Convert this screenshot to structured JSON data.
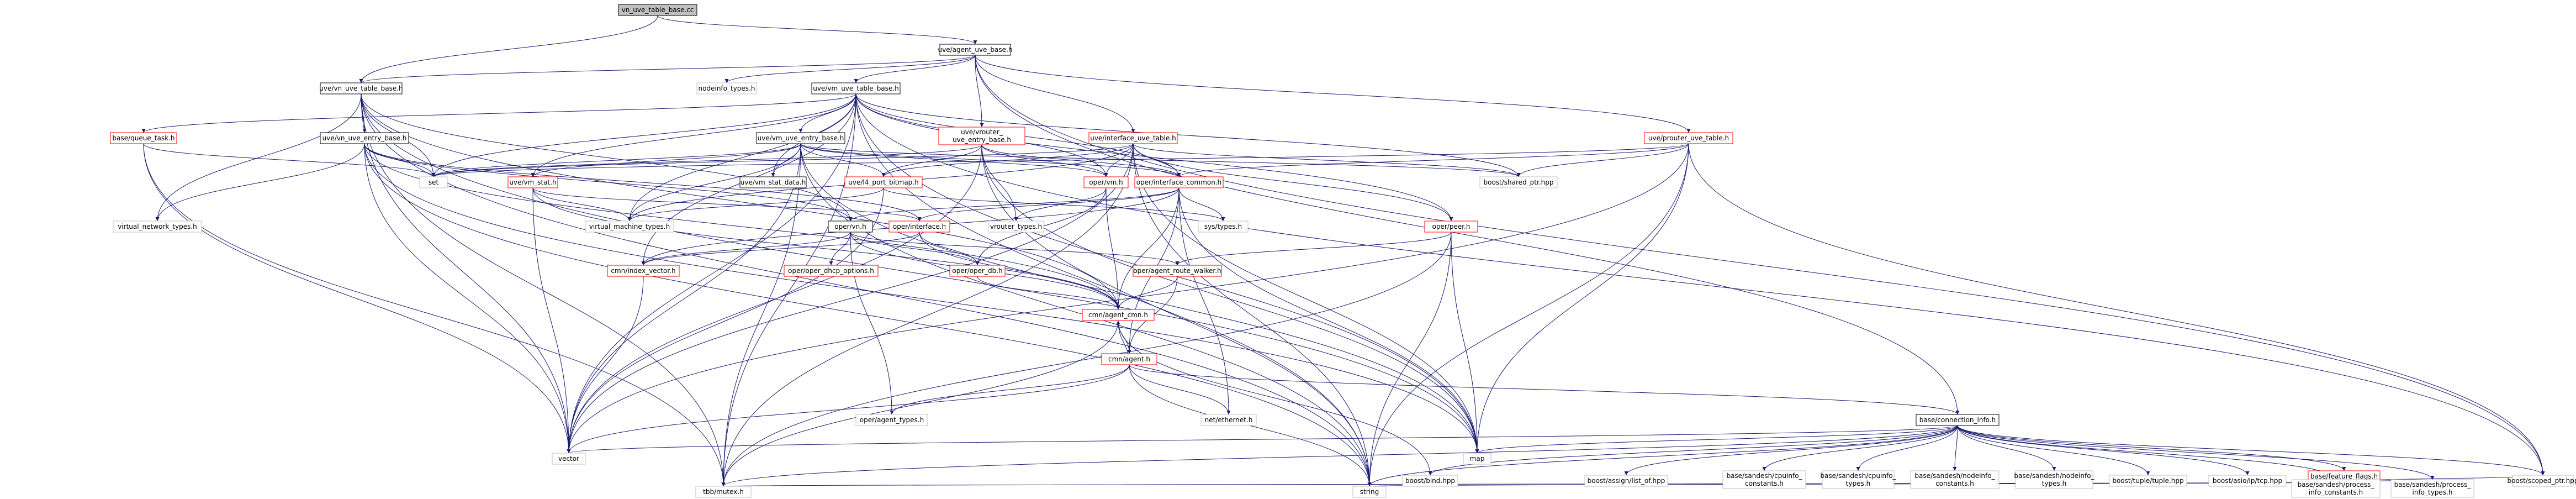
{
  "nodes": [
    {
      "id": "root",
      "label": "vn_uve_table_base.cc",
      "kind": "root"
    },
    {
      "id": "agent_uve_base",
      "label": "uve/agent_uve_base.h",
      "kind": "black"
    },
    {
      "id": "vn_uve_table_base",
      "label": "uve/vn_uve_table_base.h",
      "kind": "black"
    },
    {
      "id": "nodeinfo_types",
      "label": "nodeinfo_types.h",
      "kind": "gray"
    },
    {
      "id": "vm_uve_table_base",
      "label": "uve/vm_uve_table_base.h",
      "kind": "black"
    },
    {
      "id": "vrouter_uve_entry_base",
      "label": "uve/vrouter_uve_entry_base.h",
      "kind": "red"
    },
    {
      "id": "interface_uve_table",
      "label": "uve/interface_uve_table.h",
      "kind": "red"
    },
    {
      "id": "prouter_uve_table",
      "label": "uve/prouter_uve_table.h",
      "kind": "red"
    },
    {
      "id": "connection_info",
      "label": "base/connection_info.h",
      "kind": "black"
    },
    {
      "id": "queue_task",
      "label": "base/queue_task.h",
      "kind": "red"
    },
    {
      "id": "vn_uve_entry_base",
      "label": "uve/vn_uve_entry_base.h",
      "kind": "black"
    },
    {
      "id": "vm_uve_entry_base",
      "label": "uve/vm_uve_entry_base.h",
      "kind": "black"
    },
    {
      "id": "vm_stat",
      "label": "uve/vm_stat.h",
      "kind": "red"
    },
    {
      "id": "l4_port_bitmap",
      "label": "uve/l4_port_bitmap.h",
      "kind": "red"
    },
    {
      "id": "oper_vm",
      "label": "oper/vm.h",
      "kind": "red"
    },
    {
      "id": "interface_common",
      "label": "oper/interface_common.h",
      "kind": "red"
    },
    {
      "id": "vm_stat_data",
      "label": "uve/vm_stat_data.h",
      "kind": "black"
    },
    {
      "id": "boost_shared_ptr",
      "label": "boost/shared_ptr.hpp",
      "kind": "gray"
    },
    {
      "id": "set",
      "label": "set",
      "kind": "gray"
    },
    {
      "id": "virtual_network_types",
      "label": "virtual_network_types.h",
      "kind": "gray"
    },
    {
      "id": "virtual_machine_types",
      "label": "virtual_machine_types.h",
      "kind": "gray"
    },
    {
      "id": "oper_vn",
      "label": "oper/vn.h",
      "kind": "black"
    },
    {
      "id": "oper_interface",
      "label": "oper/interface.h",
      "kind": "red"
    },
    {
      "id": "vrouter_types",
      "label": "vrouter_types.h",
      "kind": "gray"
    },
    {
      "id": "sys_types",
      "label": "sys/types.h",
      "kind": "gray"
    },
    {
      "id": "oper_peer",
      "label": "oper/peer.h",
      "kind": "red"
    },
    {
      "id": "index_vector",
      "label": "cmn/index_vector.h",
      "kind": "red"
    },
    {
      "id": "oper_dhcp_options",
      "label": "oper/oper_dhcp_options.h",
      "kind": "red"
    },
    {
      "id": "oper_db",
      "label": "oper/oper_db.h",
      "kind": "red"
    },
    {
      "id": "agent_route_walker",
      "label": "oper/agent_route_walker.h",
      "kind": "red"
    },
    {
      "id": "agent_cmn",
      "label": "cmn/agent_cmn.h",
      "kind": "red"
    },
    {
      "id": "cmn_agent",
      "label": "cmn/agent.h",
      "kind": "red"
    },
    {
      "id": "agent_types",
      "label": "oper/agent_types.h",
      "kind": "gray"
    },
    {
      "id": "net_ethernet",
      "label": "net/ethernet.h",
      "kind": "gray"
    },
    {
      "id": "vector",
      "label": "vector",
      "kind": "gray"
    },
    {
      "id": "map",
      "label": "map",
      "kind": "gray"
    },
    {
      "id": "boost_bind",
      "label": "boost/bind.hpp",
      "kind": "gray"
    },
    {
      "id": "boost_assign",
      "label": "boost/assign/list_of.hpp",
      "kind": "gray"
    },
    {
      "id": "cpuinfo_constants",
      "label": "base/sandesh/cpuinfo_constants.h",
      "kind": "gray"
    },
    {
      "id": "cpuinfo_types",
      "label": "base/sandesh/cpuinfo_types.h",
      "kind": "gray"
    },
    {
      "id": "nodeinfo_constants",
      "label": "base/sandesh/nodeinfo_constants.h",
      "kind": "gray"
    },
    {
      "id": "sandesh_nodeinfo_types",
      "label": "base/sandesh/nodeinfo_types.h",
      "kind": "gray"
    },
    {
      "id": "boost_tuple",
      "label": "boost/tuple/tuple.hpp",
      "kind": "gray"
    },
    {
      "id": "boost_asio_ip_tcp",
      "label": "boost/asio/ip/tcp.hpp",
      "kind": "gray"
    },
    {
      "id": "feature_flags",
      "label": "base/feature_flags.h",
      "kind": "red"
    },
    {
      "id": "process_info_constants",
      "label": "base/sandesh/process_info_constants.h",
      "kind": "gray"
    },
    {
      "id": "process_info_types",
      "label": "base/sandesh/process_info_types.h",
      "kind": "gray"
    },
    {
      "id": "boost_scoped_ptr",
      "label": "boost/scoped_ptr.hpp",
      "kind": "gray"
    },
    {
      "id": "tbb_mutex",
      "label": "tbb/mutex.h",
      "kind": "gray"
    },
    {
      "id": "string",
      "label": "string",
      "kind": "gray"
    }
  ],
  "edges": [
    [
      "root",
      "agent_uve_base"
    ],
    [
      "root",
      "vn_uve_table_base"
    ],
    [
      "agent_uve_base",
      "nodeinfo_types"
    ],
    [
      "agent_uve_base",
      "vn_uve_table_base"
    ],
    [
      "agent_uve_base",
      "vm_uve_table_base"
    ],
    [
      "agent_uve_base",
      "vrouter_uve_entry_base"
    ],
    [
      "agent_uve_base",
      "interface_uve_table"
    ],
    [
      "agent_uve_base",
      "prouter_uve_table"
    ],
    [
      "agent_uve_base",
      "connection_info"
    ],
    [
      "agent_uve_base",
      "boost_scoped_ptr"
    ],
    [
      "vn_uve_table_base",
      "vn_uve_entry_base"
    ],
    [
      "vn_uve_table_base",
      "set"
    ],
    [
      "vn_uve_table_base",
      "oper_vn"
    ],
    [
      "vn_uve_table_base",
      "map"
    ],
    [
      "vn_uve_table_base",
      "vector"
    ],
    [
      "vn_uve_table_base",
      "string"
    ],
    [
      "vn_uve_table_base",
      "virtual_network_types"
    ],
    [
      "vn_uve_table_base",
      "agent_cmn"
    ],
    [
      "vn_uve_table_base",
      "tbb_mutex"
    ],
    [
      "vm_uve_table_base",
      "queue_task"
    ],
    [
      "vm_uve_table_base",
      "vm_uve_entry_base"
    ],
    [
      "vm_uve_table_base",
      "vm_stat"
    ],
    [
      "vm_uve_table_base",
      "vm_stat_data"
    ],
    [
      "vm_uve_table_base",
      "boost_shared_ptr"
    ],
    [
      "vm_uve_table_base",
      "oper_vm"
    ],
    [
      "vm_uve_table_base",
      "interface_common"
    ],
    [
      "vm_uve_table_base",
      "set"
    ],
    [
      "vm_uve_table_base",
      "map"
    ],
    [
      "vm_uve_table_base",
      "vector"
    ],
    [
      "vm_uve_table_base",
      "virtual_machine_types"
    ],
    [
      "vm_uve_table_base",
      "index_vector"
    ],
    [
      "vm_uve_table_base",
      "boost_scoped_ptr"
    ],
    [
      "vm_uve_table_base",
      "tbb_mutex"
    ],
    [
      "vm_uve_table_base",
      "string"
    ],
    [
      "vm_uve_table_base",
      "oper_peer"
    ],
    [
      "queue_task",
      "set"
    ],
    [
      "queue_task",
      "vector"
    ],
    [
      "queue_task",
      "tbb_mutex"
    ],
    [
      "vn_uve_entry_base",
      "set"
    ],
    [
      "vn_uve_entry_base",
      "oper_vn"
    ],
    [
      "vn_uve_entry_base",
      "oper_interface"
    ],
    [
      "vn_uve_entry_base",
      "virtual_network_types"
    ],
    [
      "vn_uve_entry_base",
      "vector"
    ],
    [
      "vn_uve_entry_base",
      "map"
    ],
    [
      "vn_uve_entry_base",
      "string"
    ],
    [
      "vn_uve_entry_base",
      "agent_cmn"
    ],
    [
      "vm_uve_entry_base",
      "set"
    ],
    [
      "vm_uve_entry_base",
      "vm_stat"
    ],
    [
      "vm_uve_entry_base",
      "vm_stat_data"
    ],
    [
      "vm_uve_entry_base",
      "l4_port_bitmap"
    ],
    [
      "vm_uve_entry_base",
      "oper_vm"
    ],
    [
      "vm_uve_entry_base",
      "interface_common"
    ],
    [
      "vm_uve_entry_base",
      "virtual_machine_types"
    ],
    [
      "vm_uve_entry_base",
      "boost_shared_ptr"
    ],
    [
      "vm_uve_entry_base",
      "vector"
    ],
    [
      "vm_uve_entry_base",
      "string"
    ],
    [
      "vm_uve_entry_base",
      "tbb_mutex"
    ],
    [
      "vm_uve_entry_base",
      "map"
    ],
    [
      "vrouter_uve_entry_base",
      "l4_port_bitmap"
    ],
    [
      "vrouter_uve_entry_base",
      "oper_vm"
    ],
    [
      "vrouter_uve_entry_base",
      "interface_common"
    ],
    [
      "vrouter_uve_entry_base",
      "vrouter_types"
    ],
    [
      "vrouter_uve_entry_base",
      "set"
    ],
    [
      "vrouter_uve_entry_base",
      "map"
    ],
    [
      "vrouter_uve_entry_base",
      "vector"
    ],
    [
      "vrouter_uve_entry_base",
      "string"
    ],
    [
      "interface_uve_table",
      "interface_common"
    ],
    [
      "interface_uve_table",
      "l4_port_bitmap"
    ],
    [
      "interface_uve_table",
      "oper_vm"
    ],
    [
      "interface_uve_table",
      "oper_peer"
    ],
    [
      "interface_uve_table",
      "set"
    ],
    [
      "interface_uve_table",
      "map"
    ],
    [
      "interface_uve_table",
      "vector"
    ],
    [
      "interface_uve_table",
      "string"
    ],
    [
      "interface_uve_table",
      "tbb_mutex"
    ],
    [
      "interface_uve_table",
      "boost_shared_ptr"
    ],
    [
      "interface_uve_table",
      "virtual_machine_types"
    ],
    [
      "prouter_uve_table",
      "interface_common"
    ],
    [
      "prouter_uve_table",
      "boost_shared_ptr"
    ],
    [
      "prouter_uve_table",
      "set"
    ],
    [
      "prouter_uve_table",
      "map"
    ],
    [
      "prouter_uve_table",
      "vector"
    ],
    [
      "prouter_uve_table",
      "string"
    ],
    [
      "prouter_uve_table",
      "boost_scoped_ptr"
    ],
    [
      "vm_stat",
      "virtual_machine_types"
    ],
    [
      "vm_stat",
      "oper_interface"
    ],
    [
      "vm_stat",
      "vector"
    ],
    [
      "vm_stat",
      "agent_cmn"
    ],
    [
      "l4_port_bitmap",
      "sys_types"
    ],
    [
      "l4_port_bitmap",
      "vector"
    ],
    [
      "l4_port_bitmap",
      "virtual_machine_types"
    ],
    [
      "oper_vm",
      "oper_db"
    ],
    [
      "oper_vm",
      "vrouter_types"
    ],
    [
      "oper_vm",
      "agent_cmn"
    ],
    [
      "interface_common",
      "oper_interface"
    ],
    [
      "interface_common",
      "oper_vn"
    ],
    [
      "interface_common",
      "sys_types"
    ],
    [
      "interface_common",
      "net_ethernet"
    ],
    [
      "interface_common",
      "cmn_agent"
    ],
    [
      "interface_common",
      "agent_cmn"
    ],
    [
      "interface_common",
      "map"
    ],
    [
      "interface_common",
      "index_vector"
    ],
    [
      "oper_vn",
      "index_vector"
    ],
    [
      "oper_vn",
      "oper_dhcp_options"
    ],
    [
      "oper_vn",
      "oper_db"
    ],
    [
      "oper_vn",
      "agent_route_walker"
    ],
    [
      "oper_vn",
      "agent_cmn"
    ],
    [
      "oper_vn",
      "agent_types"
    ],
    [
      "oper_interface",
      "oper_db"
    ],
    [
      "oper_interface",
      "index_vector"
    ],
    [
      "oper_interface",
      "agent_cmn"
    ],
    [
      "oper_peer",
      "agent_route_walker"
    ],
    [
      "oper_peer",
      "tbb_mutex"
    ],
    [
      "oper_peer",
      "string"
    ],
    [
      "oper_peer",
      "map"
    ],
    [
      "index_vector",
      "vector"
    ],
    [
      "oper_db",
      "agent_cmn"
    ],
    [
      "agent_route_walker",
      "cmn_agent"
    ],
    [
      "agent_route_walker",
      "agent_cmn"
    ],
    [
      "agent_cmn",
      "cmn_agent"
    ],
    [
      "agent_cmn",
      "boost_bind"
    ],
    [
      "agent_cmn",
      "tbb_mutex"
    ],
    [
      "cmn_agent",
      "agent_types"
    ],
    [
      "cmn_agent",
      "net_ethernet"
    ],
    [
      "cmn_agent",
      "vector"
    ],
    [
      "cmn_agent",
      "string"
    ],
    [
      "cmn_agent",
      "connection_info"
    ],
    [
      "cmn_agent",
      "agent_cmn"
    ],
    [
      "connection_info",
      "vector"
    ],
    [
      "connection_info",
      "map"
    ],
    [
      "connection_info",
      "boost_bind"
    ],
    [
      "connection_info",
      "boost_assign"
    ],
    [
      "connection_info",
      "cpuinfo_constants"
    ],
    [
      "connection_info",
      "cpuinfo_types"
    ],
    [
      "connection_info",
      "nodeinfo_constants"
    ],
    [
      "connection_info",
      "sandesh_nodeinfo_types"
    ],
    [
      "connection_info",
      "boost_tuple"
    ],
    [
      "connection_info",
      "boost_asio_ip_tcp"
    ],
    [
      "connection_info",
      "feature_flags"
    ],
    [
      "connection_info",
      "process_info_constants"
    ],
    [
      "connection_info",
      "process_info_types"
    ],
    [
      "connection_info",
      "boost_scoped_ptr"
    ],
    [
      "connection_info",
      "tbb_mutex"
    ],
    [
      "connection_info",
      "string"
    ],
    [
      "feature_flags",
      "string"
    ],
    [
      "feature_flags",
      "process_info_constants"
    ],
    [
      "feature_flags",
      "process_info_types"
    ],
    [
      "feature_flags",
      "tbb_mutex"
    ],
    [
      "feature_flags",
      "boost_scoped_ptr"
    ]
  ],
  "colors": {
    "edge": "#191970",
    "normal_border": "#000000",
    "missing_border": "#bfbfbf",
    "red_border": "#ff0000",
    "root_fill": "#bfbfbf"
  }
}
